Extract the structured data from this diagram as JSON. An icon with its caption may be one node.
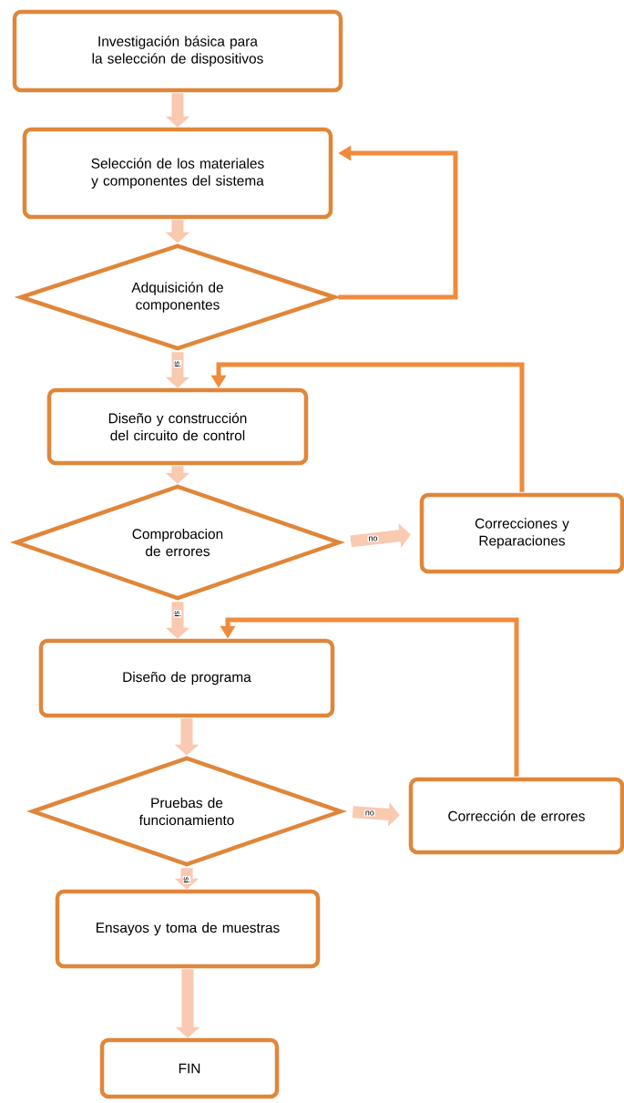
{
  "diagram": {
    "nodes": [
      {
        "text": [
          "Investigación básica para la selección de dispositivos"
        ]
      },
      {
        "text": [
          "Selección de los materiales y componentes del sistema"
        ]
      },
      {
        "text": [
          "Adquisición de componentes"
        ]
      },
      {
        "text": [
          "Diseño y construcción del circuito de control"
        ]
      },
      {
        "text": [
          "Comprobacion de errores"
        ]
      },
      {
        "text": [
          "Correcciones y Reparaciones"
        ]
      },
      {
        "text": [
          "Diseño de programa"
        ]
      },
      {
        "text": [
          "Pruebas de funcionamiento"
        ]
      },
      {
        "text": [
          "Corrección de errores"
        ]
      },
      {
        "text": [
          "Ensayos y toma de muestras"
        ]
      },
      {
        "text": [
          "FIN"
        ]
      }
    ],
    "edges": [
      {
        "from": 0,
        "to": 1,
        "arrow": "to"
      },
      {
        "from": 1,
        "to": 2,
        "arrow": "to"
      },
      {
        "from": 2,
        "to": 1,
        "arrow": "to",
        "color": "#f08a3c"
      },
      {
        "from": 2,
        "to": 3,
        "arrow": "to",
        "label": "si"
      },
      {
        "from": 5,
        "to": 3,
        "arrow": "to",
        "color": "#f08a3c"
      },
      {
        "from": 3,
        "to": 4,
        "arrow": "to"
      },
      {
        "from": 4,
        "to": 5,
        "arrow": "to",
        "label": "no"
      },
      {
        "from": 4,
        "to": 6,
        "arrow": "to",
        "label": "si"
      },
      {
        "from": 8,
        "to": 6,
        "arrow": "to",
        "color": "#f08a3c"
      },
      {
        "from": 6,
        "to": 7,
        "arrow": "to"
      },
      {
        "from": 7,
        "to": 8,
        "arrow": "to",
        "label": "no"
      },
      {
        "from": 7,
        "to": 9,
        "arrow": "to",
        "label": "si"
      },
      {
        "from": 9,
        "to": 10,
        "arrow": "to"
      }
    ]
  }
}
